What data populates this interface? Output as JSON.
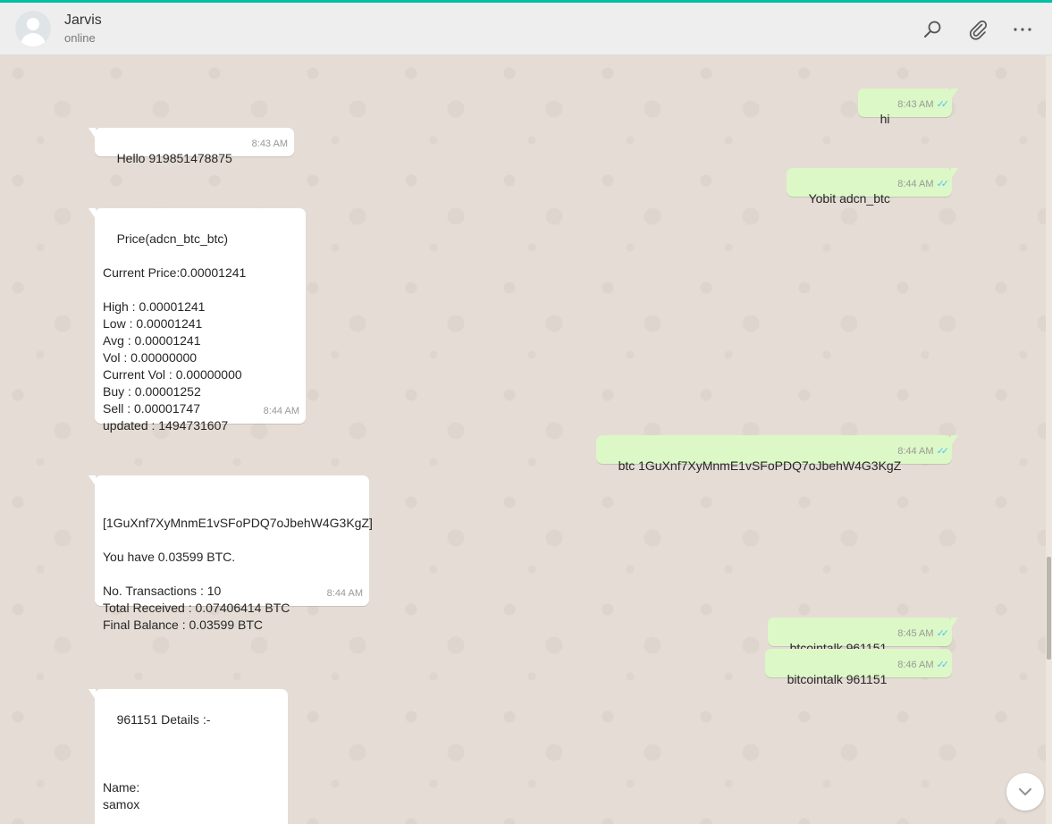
{
  "header": {
    "contact_name": "Jarvis",
    "status": "online",
    "icons": [
      "search-icon",
      "attach-icon",
      "menu-icon"
    ]
  },
  "colors": {
    "accent": "#00bfa5",
    "incoming_bubble": "#ffffff",
    "outgoing_bubble": "#dcf8c6",
    "read_ticks": "#4fc3f7",
    "chat_background": "#e5ddd5"
  },
  "messages": [
    {
      "direction": "out",
      "text": "hi",
      "time": "8:43 AM",
      "ticks": "✓✓"
    },
    {
      "direction": "in",
      "text": "Hello 919851478875",
      "time": "8:43 AM"
    },
    {
      "direction": "out",
      "text": "Yobit adcn_btc",
      "time": "8:44 AM",
      "ticks": "✓✓"
    },
    {
      "direction": "in",
      "text": "Price(adcn_btc_btc)\n\nCurrent Price:0.00001241\n\nHigh : 0.00001241\nLow : 0.00001241\nAvg : 0.00001241\nVol : 0.00000000\nCurrent Vol : 0.00000000\nBuy : 0.00001252\nSell : 0.00001747\nupdated : 1494731607",
      "time": "8:44 AM"
    },
    {
      "direction": "out",
      "text": "btc 1GuXnf7XyMnmE1vSFoPDQ7oJbehW4G3KgZ",
      "time": "8:44 AM",
      "ticks": "✓✓"
    },
    {
      "direction": "in",
      "text": "[1GuXnf7XyMnmE1vSFoPDQ7oJbehW4G3KgZ]\n\nYou have 0.03599 BTC.\n\nNo. Transactions : 10\nTotal Received : 0.07406414 BTC\nFinal Balance : 0.03599 BTC",
      "time": "8:44 AM"
    },
    {
      "direction": "out",
      "text": "btcointalk 961151",
      "time": "8:45 AM",
      "ticks": "✓✓"
    },
    {
      "direction": "out",
      "text": "bitcointalk 961151",
      "time": "8:46 AM",
      "ticks": "✓✓"
    },
    {
      "direction": "in",
      "text": "961151 Details :-\n\n\n\nName:\nsamox",
      "time": ""
    }
  ]
}
